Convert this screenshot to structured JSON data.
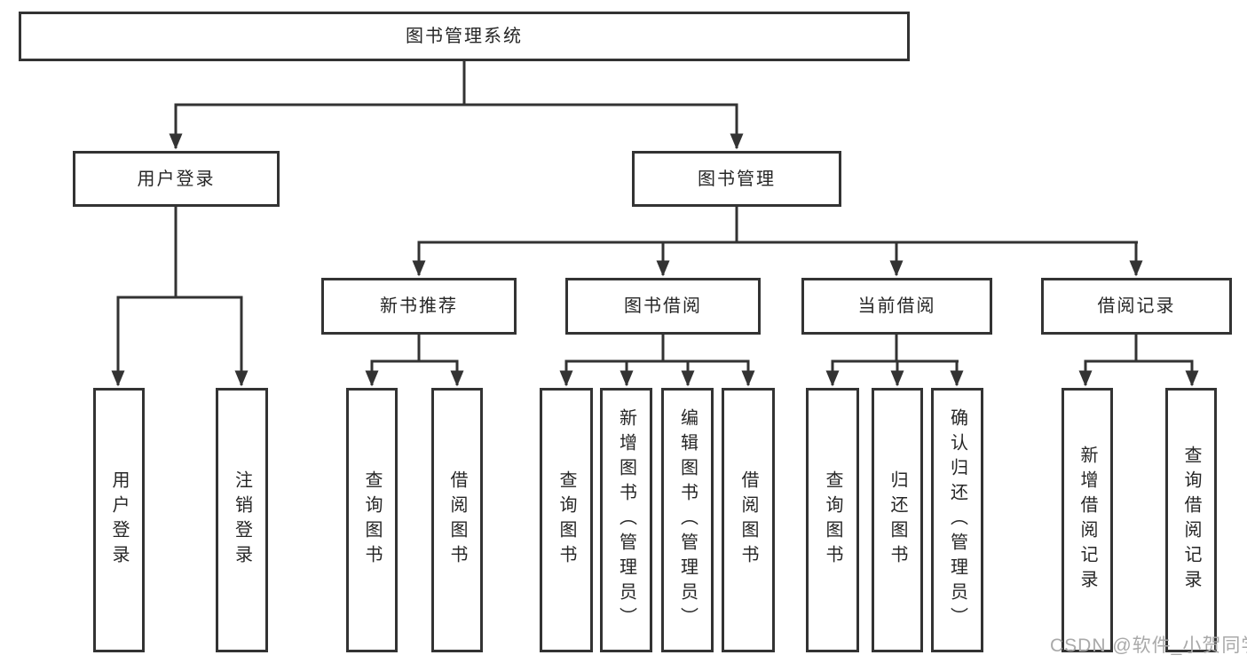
{
  "colors": {
    "line": "#333333",
    "text": "#262626",
    "watermark": "#A9A9A9"
  },
  "diagram": {
    "root": "图书管理系统",
    "level2": {
      "user_login": "用户登录",
      "book_management": "图书管理"
    },
    "level3": {
      "new_book_recommend": "新书推荐",
      "book_borrow": "图书借阅",
      "current_borrow": "当前借阅",
      "borrow_records": "借阅记录"
    },
    "leaves": {
      "user_login": "用户登录",
      "logout": "注销登录",
      "nb_query_books": "查询图书",
      "nb_borrow_books": "借阅图书",
      "bb_query_books": "查询图书",
      "bb_add_books_admin": "新增图书（管理员）",
      "bb_edit_books_admin": "编辑图书（管理员）",
      "bb_borrow_books": "借阅图书",
      "cb_query_books": "查询图书",
      "cb_return_books": "归还图书",
      "cb_confirm_return_admin": "确认归还（管理员）",
      "br_add_record": "新增借阅记录",
      "br_query_record": "查询借阅记录"
    }
  },
  "watermark": "CSDN @软件_小贺同学"
}
